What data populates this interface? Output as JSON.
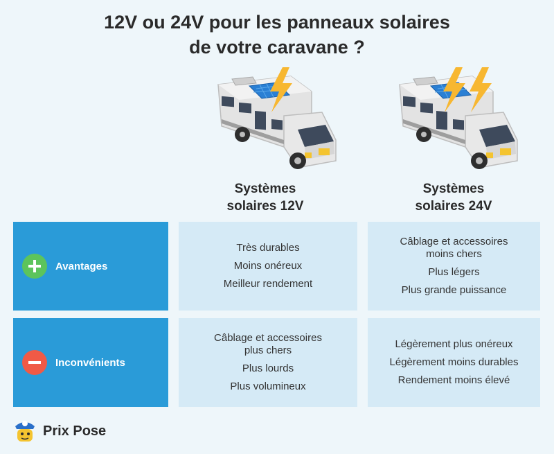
{
  "title": {
    "line1": "12V ou 24V pour les panneaux solaires",
    "line2": "de votre caravane ?"
  },
  "columns": [
    {
      "line1": "Systèmes",
      "line2": "solaires 12V",
      "lightning_bolts": 1
    },
    {
      "line1": "Systèmes",
      "line2": "solaires 24V",
      "lightning_bolts": 2
    }
  ],
  "rows": [
    {
      "label": "Avantages",
      "icon": "plus-icon",
      "icon_color": "#5cc45c",
      "cells": [
        [
          "Très durables",
          "Moins onéreux",
          "Meilleur rendement"
        ],
        [
          "Câblage et accessoires moins chers",
          "Plus légers",
          "Plus grande puissance"
        ]
      ]
    },
    {
      "label": "Inconvénients",
      "icon": "minus-icon",
      "icon_color": "#f05a46",
      "cells": [
        [
          "Câblage et accessoires plus chers",
          "Plus lourds",
          "Plus volumineux"
        ],
        [
          "Légèrement plus onéreux",
          "Légèrement moins durables",
          "Rendement moins élevé"
        ]
      ]
    }
  ],
  "brand": {
    "name": "Prix Pose"
  },
  "colors": {
    "label_bg": "#2a9bd8",
    "cell_bg": "#d5eaf6",
    "page_bg": "#eef6fa",
    "bolt": "#f7b731"
  }
}
